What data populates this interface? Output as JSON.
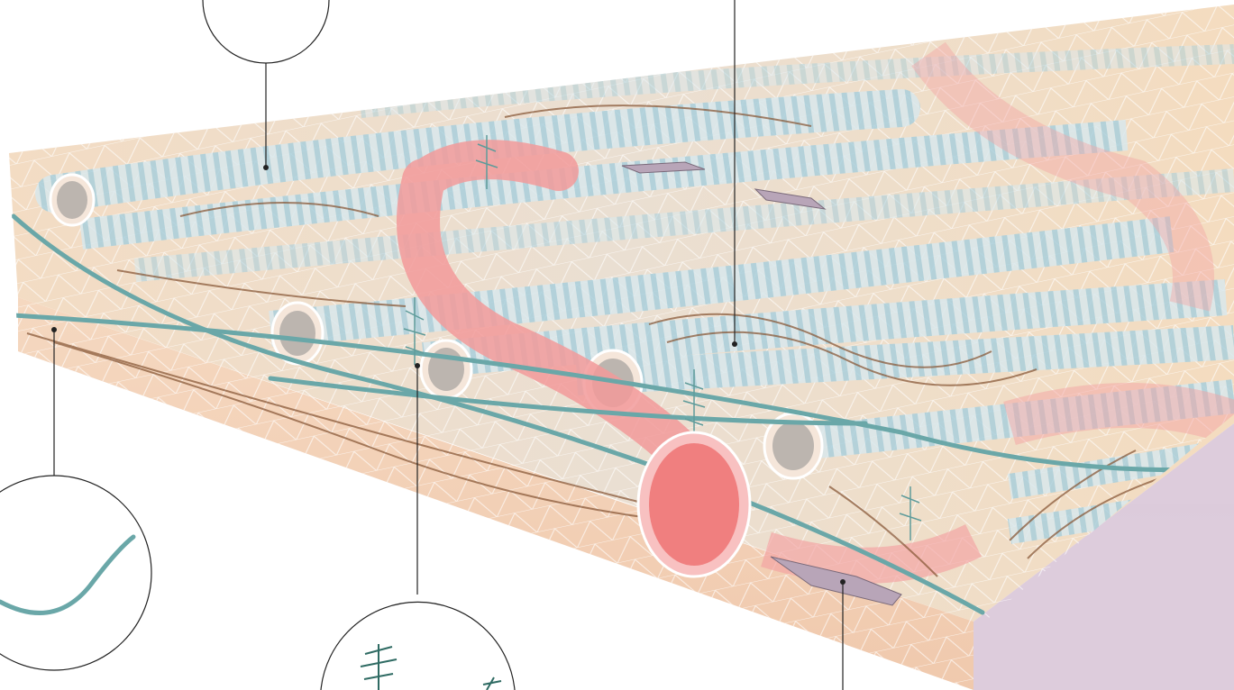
{
  "illustration": {
    "palette": {
      "slab_top": "#f1dcc4",
      "slab_side": "#f3d3b8",
      "fiber": "#cfe2e8",
      "fiber_stripe": "#7fb7cc",
      "vessel": "#f08d8d",
      "vessel_inner": "#f6b2b2",
      "teal_fiber": "#6aa7a8",
      "brown_strand": "#8a5a3a",
      "mesh_line": "#ffffff",
      "shadow": "#e6e6e6",
      "callout_line": "#222222"
    },
    "callouts": [
      "microfibril-callout-top-left",
      "strand-callout-top",
      "elastic-fiber-callout-left",
      "branching-fiber-callout-bottom",
      "platelet-cell-callout-bottom-right"
    ]
  }
}
